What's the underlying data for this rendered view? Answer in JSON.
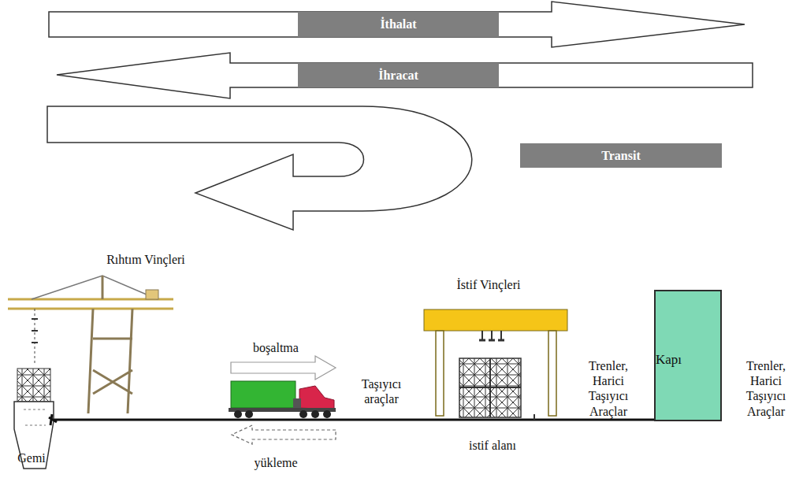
{
  "diagram": {
    "nodes": [
      {
        "text": [
          "İthalat"
        ]
      },
      {
        "text": [
          "İhracat"
        ]
      },
      {
        "text": [
          "Transit"
        ]
      },
      {
        "text": [
          "Kapı"
        ]
      }
    ],
    "labels": [
      "Rıhtım Vinçleri",
      "İstif Vinçleri",
      "boşaltma",
      "Taşıyıcı araçlar",
      "Trenler, Harici Taşıyıcı Araçlar",
      "Trenler, Harici Taşıyıcı Araçlar",
      "Gemi",
      "yükleme",
      "istif alanı"
    ]
  }
}
